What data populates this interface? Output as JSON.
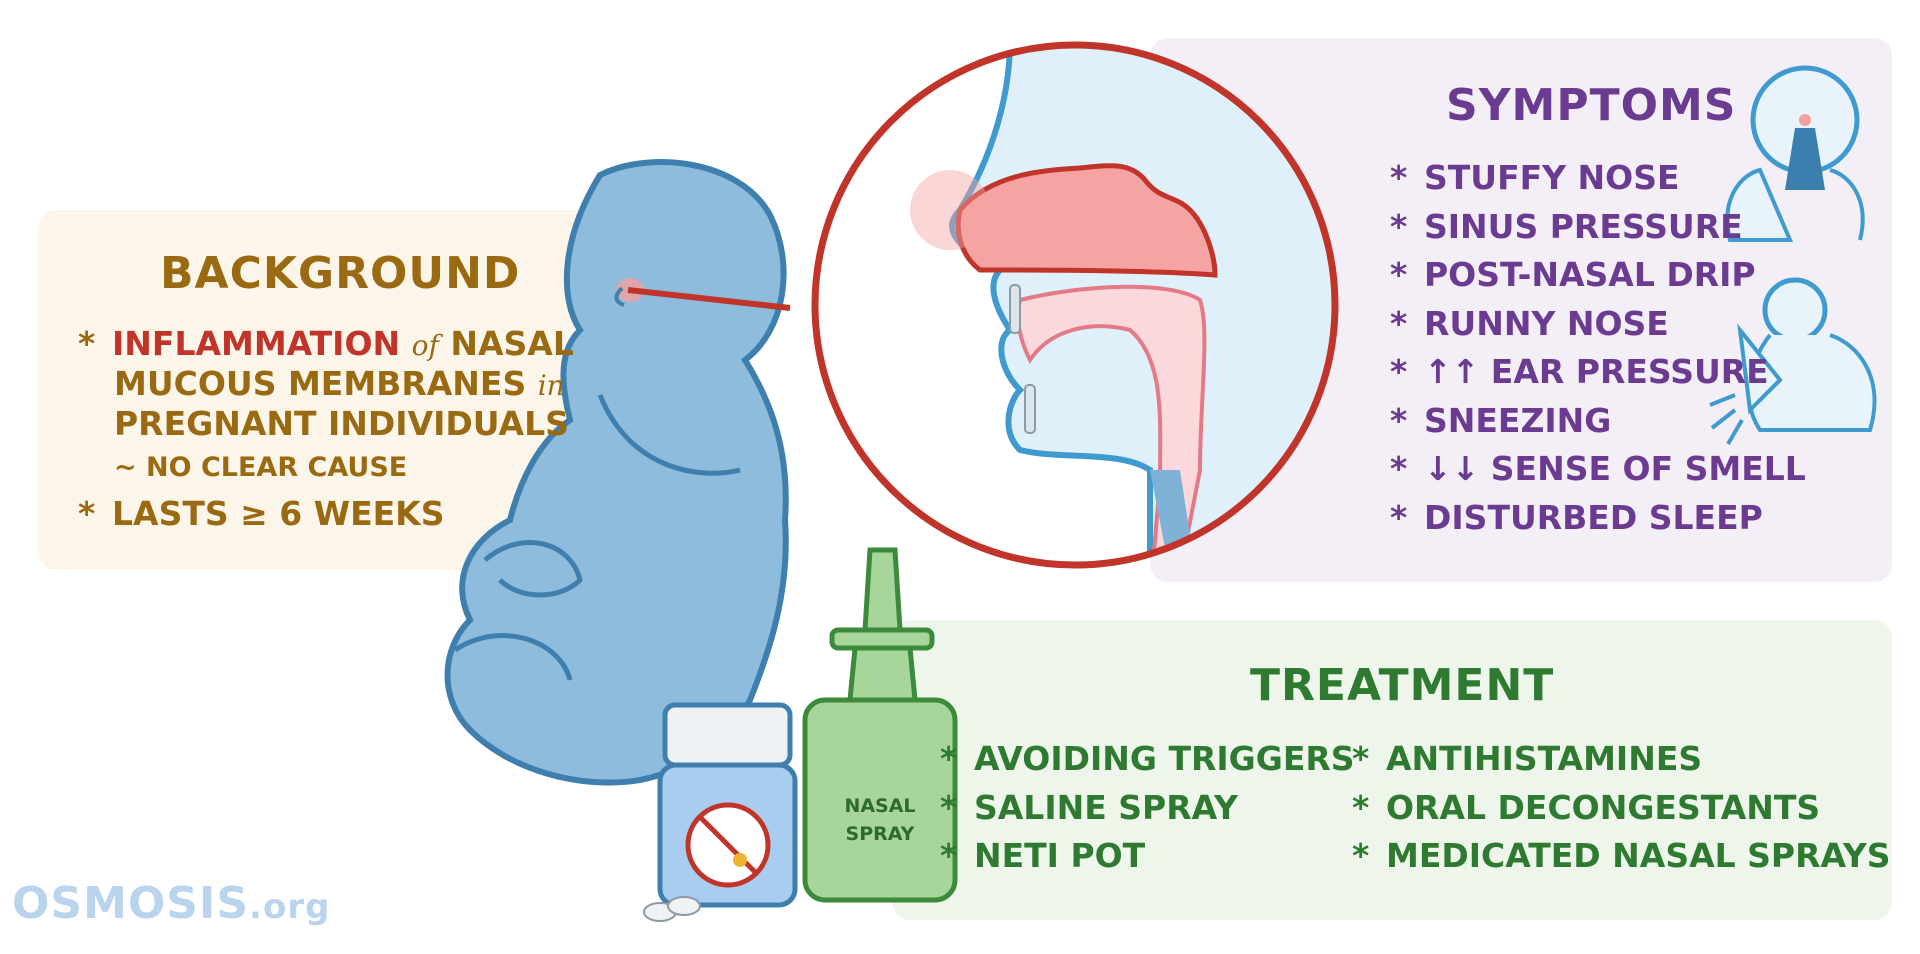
{
  "background": {
    "heading": "BACKGROUND",
    "bullet": "*",
    "line1_red": "INFLAMMATION",
    "line1_small": "of",
    "line1_rest": "NASAL",
    "line2_main": "MUCOUS MEMBRANES",
    "line2_small": "in",
    "line3": "PREGNANT INDIVIDUALS",
    "sub_note": "~  NO CLEAR CAUSE",
    "line4": "LASTS ≥ 6 WEEKS"
  },
  "symptoms": {
    "heading": "SYMPTOMS",
    "bullet": "*",
    "items": [
      "STUFFY NOSE",
      "SINUS PRESSURE",
      "POST-NASAL DRIP",
      "RUNNY NOSE",
      "↑↑ EAR PRESSURE",
      "SNEEZING",
      "↓↓ SENSE OF SMELL",
      "DISTURBED SLEEP"
    ]
  },
  "treatment": {
    "heading": "TREATMENT",
    "bullet": "*",
    "left_items": [
      "AVOIDING TRIGGERS",
      "SALINE SPRAY",
      "NETI POT"
    ],
    "right_items": [
      "ANTIHISTAMINES",
      "ORAL DECONGESTANTS",
      "MEDICATED NASAL SPRAYS"
    ]
  },
  "spray_label": {
    "line1": "NASAL",
    "line2": "SPRAY"
  },
  "logo": {
    "main": "OSMOSIS",
    "suffix": ".org"
  },
  "colors": {
    "background_text": "#9a6a12",
    "symptoms_text": "#6b3a91",
    "treatment_text": "#2e7a30",
    "inflammation_red": "#c0342a",
    "figure_blue": "#7fb2d6",
    "circle_red": "#c0342a"
  }
}
